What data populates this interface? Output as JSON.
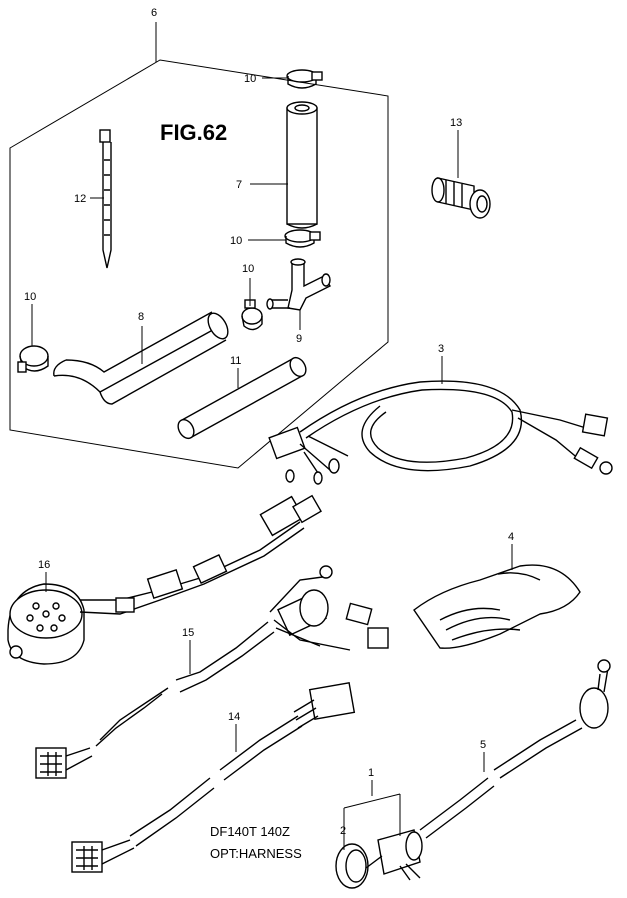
{
  "figure": {
    "title": "FIG.62"
  },
  "caption": {
    "model": "DF140T 140Z",
    "section": "OPT:HARNESS"
  },
  "callouts": [
    {
      "id": "c6",
      "number": "6"
    },
    {
      "id": "c10a",
      "number": "10"
    },
    {
      "id": "c7",
      "number": "7"
    },
    {
      "id": "c10b",
      "number": "10"
    },
    {
      "id": "c10c",
      "number": "10"
    },
    {
      "id": "c9",
      "number": "9"
    },
    {
      "id": "c12",
      "number": "12"
    },
    {
      "id": "c10d",
      "number": "10"
    },
    {
      "id": "c8",
      "number": "8"
    },
    {
      "id": "c11",
      "number": "11"
    },
    {
      "id": "c13",
      "number": "13"
    },
    {
      "id": "c3",
      "number": "3"
    },
    {
      "id": "c16",
      "number": "16"
    },
    {
      "id": "c15",
      "number": "15"
    },
    {
      "id": "c4",
      "number": "4"
    },
    {
      "id": "c14",
      "number": "14"
    },
    {
      "id": "c5",
      "number": "5"
    },
    {
      "id": "c1",
      "number": "1"
    },
    {
      "id": "c2",
      "number": "2"
    }
  ]
}
